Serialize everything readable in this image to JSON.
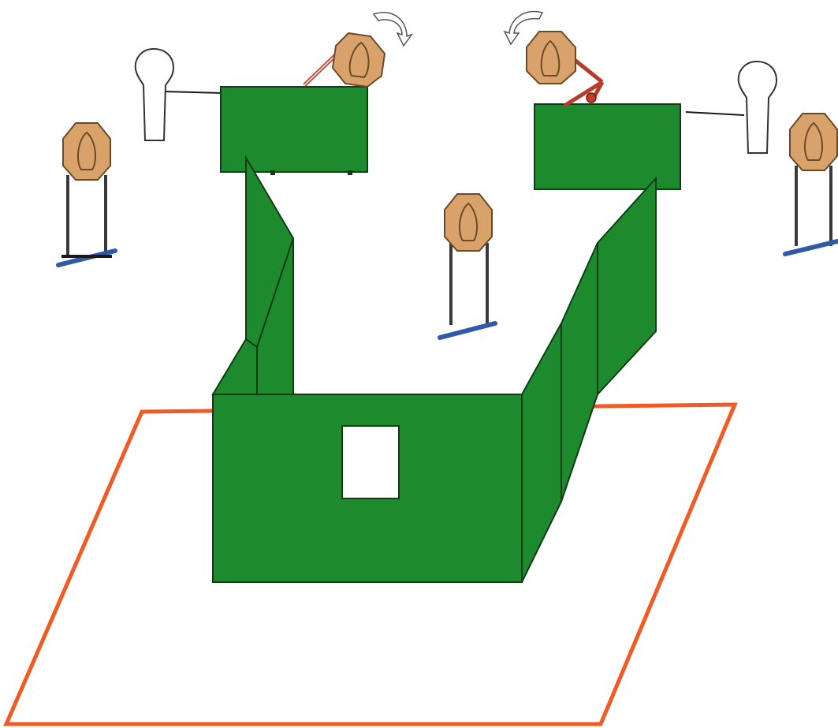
{
  "diagram": {
    "type": "shooting-stage-layout",
    "colors": {
      "background": "#ffffff",
      "wall_fill": "#1e8a2e",
      "wall_stroke": "#0d3d14",
      "shooting_box": "#f05a23",
      "target_fill": "#d9a26b",
      "target_stroke": "#6b4a2a",
      "no_shoot_fill": "#ffffff",
      "stand_leg": "#3a3a3a",
      "stand_base": "#2f5aa8",
      "arm": "#b83a2a",
      "rotation_arrow": "#ffffff"
    },
    "elements": {
      "shooting_box": "shooting-box",
      "wall_with_port": "front-wall-with-window",
      "left_corridor_walls": "left-wall-panels",
      "right_corridor_walls": "right-wall-panels",
      "left_barricade": "left-rear-barricade",
      "right_barricade": "right-rear-barricade",
      "swinging_targets": 2,
      "static_targets": 3,
      "no_shoot_targets": 2
    }
  }
}
